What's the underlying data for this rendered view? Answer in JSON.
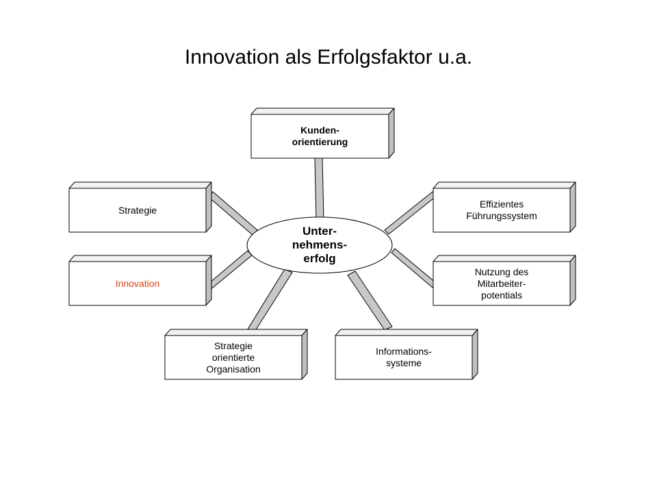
{
  "title": "Innovation als Erfolgsfaktor u.a.",
  "colors": {
    "text": "#000000",
    "highlight": "#e0410e",
    "box_top_face": "#f2f2f2",
    "box_side_face": "#c0c0c0",
    "connector_fill": "#c8c8c8"
  },
  "center": {
    "lines": [
      "Unter-",
      "nehmens-",
      "erfolg"
    ]
  },
  "boxes": {
    "kunden": {
      "lines": [
        "Kunden-",
        "orientierung"
      ]
    },
    "strategie": {
      "lines": [
        "Strategie"
      ]
    },
    "innovation": {
      "lines": [
        "Innovation"
      ]
    },
    "effizient": {
      "lines": [
        "Effizientes",
        "Führungssystem"
      ]
    },
    "nutzung": {
      "lines": [
        "Nutzung des",
        "Mitarbeiter-",
        "potentials"
      ]
    },
    "organisation": {
      "lines": [
        "Strategie",
        "orientierte",
        "Organisation"
      ]
    },
    "informationen": {
      "lines": [
        "Informations-",
        "systeme"
      ]
    }
  }
}
